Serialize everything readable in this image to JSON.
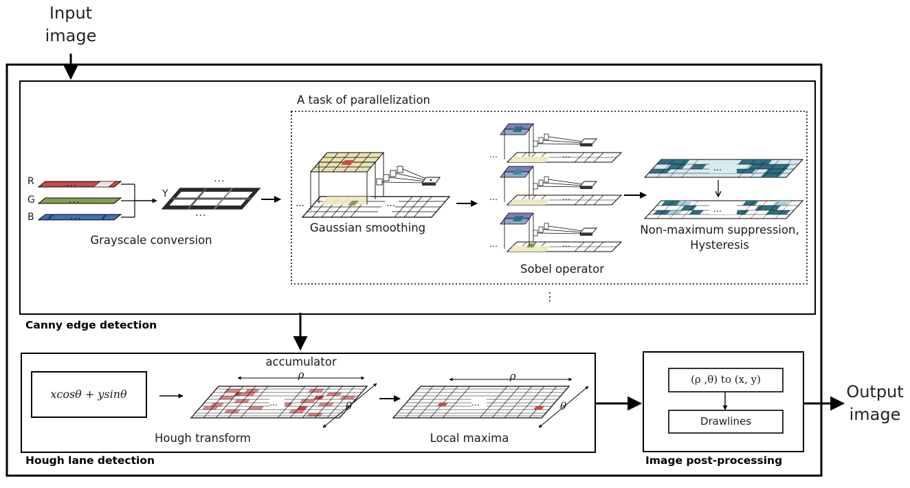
{
  "input_label": "Input\nimage",
  "output_label": "Output\nimage",
  "sections": {
    "canny": "Canny edge detection",
    "hough": "Hough lane detection",
    "post": "Image post-processing"
  },
  "parallel_label": "A task of parallelization",
  "channels": [
    "R",
    "G",
    "B"
  ],
  "y_label": "Y",
  "steps": {
    "grayscale": "Grayscale conversion",
    "gaussian": "Gaussian smoothing",
    "sobel": "Sobel operator",
    "nms": "Non-maximum suppression,\nHysteresis",
    "hough_transform": "Hough transform",
    "local_maxima": "Local maxima",
    "accumulator": "accumulator"
  },
  "formula": "xcosθ + ysinθ",
  "rho": "ρ",
  "theta": "θ",
  "post_steps": {
    "convert": "(ρ ,θ) to (x, y)",
    "draw": "Drawlines"
  },
  "ellipsis": "...",
  "vertical_ellipsis": "⋮",
  "colors": {
    "red_channel": "#c84a4a",
    "green_channel": "#7fa04d",
    "blue_channel": "#3f6fb3",
    "gauss_top": "#e8e2b4",
    "teal": "#2f6e82",
    "accumulator_hit": "#e08484"
  }
}
